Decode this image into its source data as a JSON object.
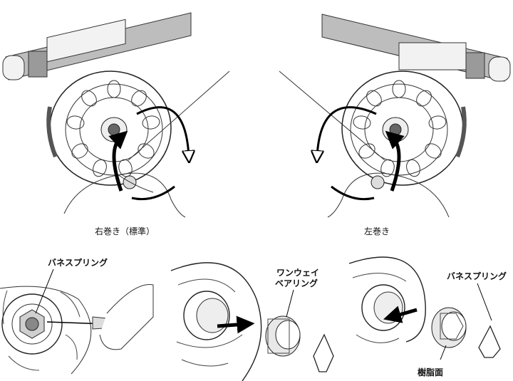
{
  "labels": {
    "right_wind": "右巻き（標準）",
    "left_wind": "左巻き",
    "spring_1": "バネスプリング",
    "one_way_1": "ワンウェイ",
    "one_way_2": "ベアリング",
    "spring_2": "バネスプリング",
    "resin": "樹脂面"
  }
}
